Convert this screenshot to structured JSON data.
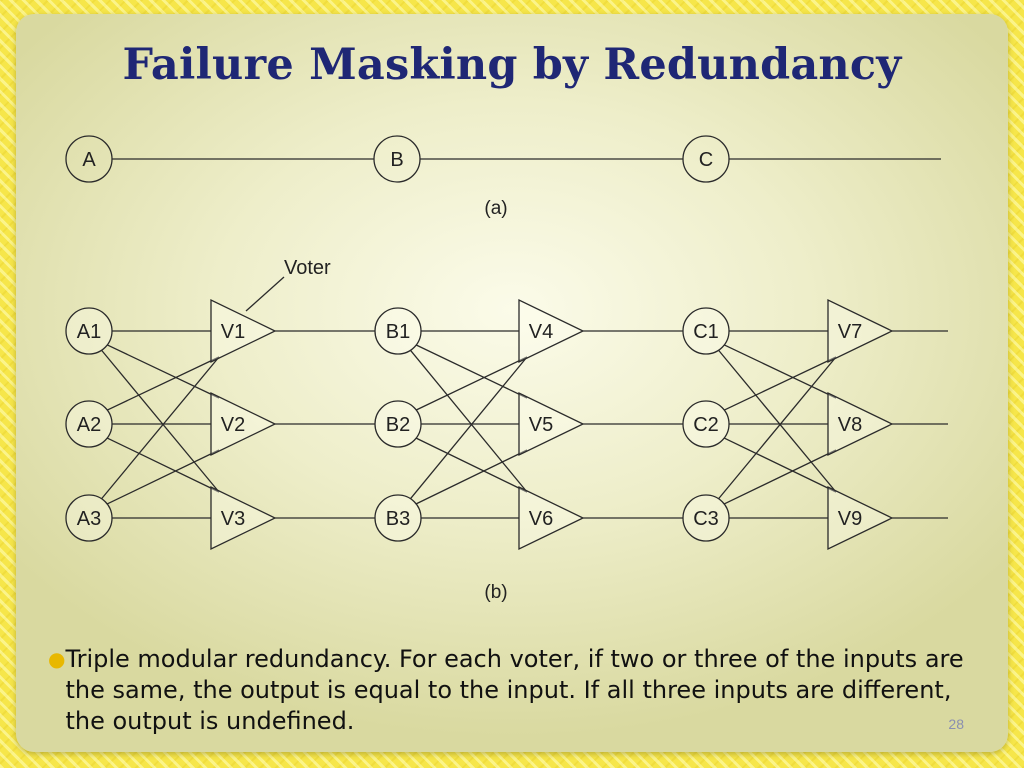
{
  "slide": {
    "title": "Failure Masking by Redundancy",
    "page_number": "28",
    "bullet": {
      "text": "Triple modular redundancy. For each voter, if two or three of the inputs are the same, the output is equal to the input.  If all three inputs are different, the output is undefined."
    }
  },
  "diagram": {
    "part_a": {
      "caption": "(a)",
      "nodes": [
        "A",
        "B",
        "C"
      ]
    },
    "part_b": {
      "caption": "(b)",
      "voter_callout": "Voter",
      "stages": [
        {
          "nodes": [
            "A1",
            "A2",
            "A3"
          ],
          "voters": [
            "V1",
            "V2",
            "V3"
          ]
        },
        {
          "nodes": [
            "B1",
            "B2",
            "B3"
          ],
          "voters": [
            "V4",
            "V5",
            "V6"
          ]
        },
        {
          "nodes": [
            "C1",
            "C2",
            "C3"
          ],
          "voters": [
            "V7",
            "V8",
            "V9"
          ]
        }
      ]
    }
  },
  "colors": {
    "title": "#1f2775",
    "bullet": "#e8b800",
    "page_number": "#8a8fb0"
  }
}
